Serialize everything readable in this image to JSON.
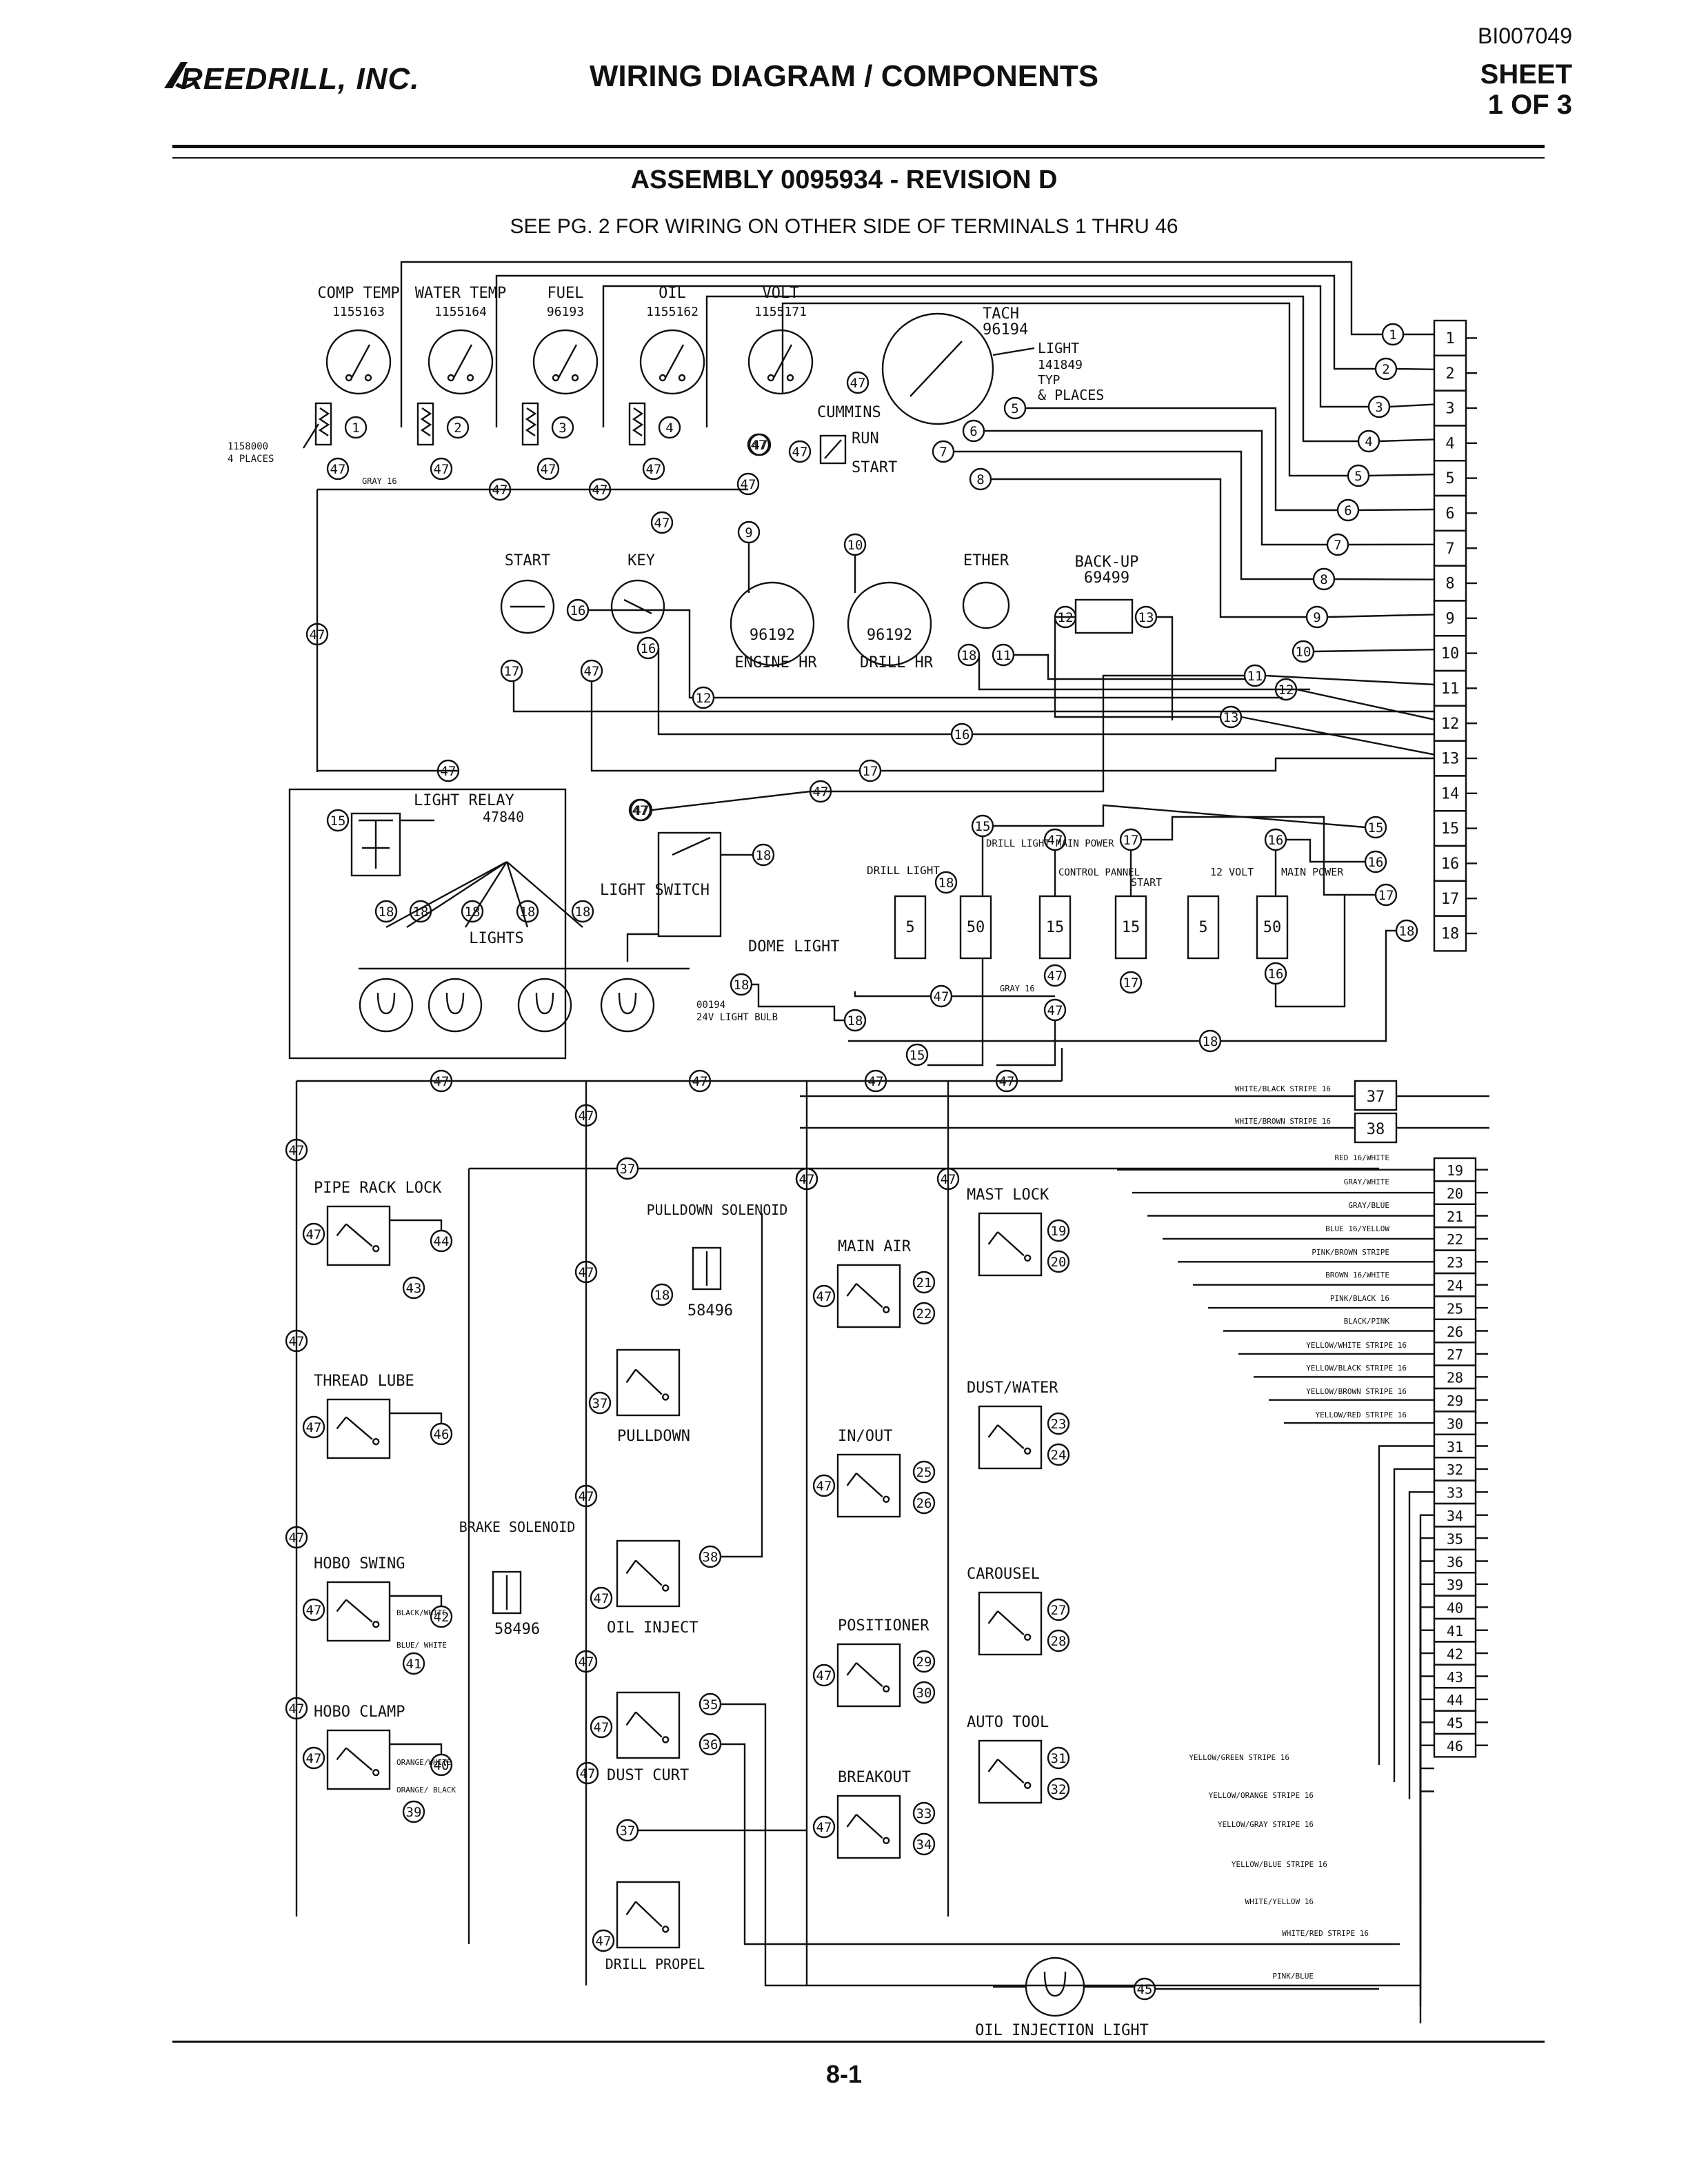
{
  "header": {
    "doc_id": "BI007049",
    "company": "REEDRILL, INC.",
    "title": "WIRING DIAGRAM / COMPONENTS",
    "sheet_line1": "SHEET",
    "sheet_line2": "1 OF 3",
    "assembly": "ASSEMBLY 0095934 - REVISION D",
    "note": "SEE PG. 2 FOR WIRING ON OTHER SIDE OF TERMINALS 1 THRU 46"
  },
  "footer": {
    "page": "8-1"
  },
  "gauges": [
    {
      "name": "COMP TEMP",
      "pn": "1155163"
    },
    {
      "name": "WATER TEMP",
      "pn": "1155164"
    },
    {
      "name": "FUEL",
      "pn": "96193"
    },
    {
      "name": "OIL",
      "pn": "1155162"
    },
    {
      "name": "VOLT",
      "pn": "1155171"
    }
  ],
  "tach": {
    "name": "TACH",
    "pn": "96194",
    "light": "LIGHT",
    "light_pn": "141849",
    "typ": "TYP",
    "places": "& PLACES"
  },
  "labels": {
    "sender_pn": "1158000",
    "sender_places": "4 PLACES",
    "gray16": "GRAY 16",
    "cummins": "CUMMINS",
    "run": "RUN",
    "start": "START",
    "key": "KEY",
    "ether": "ETHER",
    "backup": "BACK-UP",
    "backup_pn": "69499",
    "hourmeter_pn": "96192",
    "engine_hr": "ENGINE HR",
    "drill_hr": "DRILL HR",
    "light_relay": "LIGHT RELAY",
    "light_relay_pn": "47840",
    "light_switch": "LIGHT SWITCH",
    "lights": "LIGHTS",
    "dome_light": "DOME LIGHT",
    "bulb_pn": "00194",
    "bulb_desc": "24V LIGHT BULB",
    "drill_light": "DRILL LIGHT",
    "drill_light_main": "DRILL LIGHT MAIN POWER",
    "control_panel": "CONTROL PANNEL",
    "start_fuse": "START",
    "twelve_volt": "12 VOLT",
    "main_power": "MAIN POWER",
    "pipe_rack_lock": "PIPE RACK LOCK",
    "thread_lube": "THREAD LUBE",
    "hobo_swing": "HOBO SWING",
    "hobo_clamp": "HOBO CLAMP",
    "pulldown_solenoid": "PULLDOWN SOLENOID",
    "solenoid_pn": "58496",
    "pulldown": "PULLDOWN",
    "brake_solenoid": "BRAKE SOLENOID",
    "oil_inject": "OIL INJECT",
    "dust_curt": "DUST CURT",
    "drill_propel": "DRILL PROPEL",
    "mast_lock": "MAST LOCK",
    "main_air": "MAIN AIR",
    "dust_water": "DUST/WATER",
    "in_out": "IN/OUT",
    "carousel": "CAROUSEL",
    "positioner": "POSITIONER",
    "auto_tool": "AUTO TOOL",
    "breakout": "BREAKOUT",
    "oil_injection_light": "OIL INJECTION LIGHT",
    "black_white": "BLACK/WHITE",
    "blue_white": "BLUE/ WHITE",
    "orange_white": "ORANGE/WHITE",
    "orange_black": "ORANGE/ BLACK"
  },
  "fuses": [
    "5",
    "50",
    "15",
    "15",
    "5",
    "50"
  ],
  "terminals_top": [
    "1",
    "2",
    "3",
    "4",
    "5",
    "6",
    "7",
    "8",
    "9",
    "10",
    "11",
    "12",
    "13",
    "14",
    "15",
    "16",
    "17",
    "18"
  ],
  "terminals_bottom": [
    "37",
    "38",
    "19",
    "20",
    "21",
    "22",
    "23",
    "24",
    "25",
    "26",
    "27",
    "28",
    "29",
    "30",
    "31",
    "32",
    "33",
    "34",
    "35",
    "36",
    "39",
    "40",
    "41",
    "42",
    "43",
    "44",
    "45",
    "46"
  ],
  "wire_colors": [
    "WHITE/BLACK STRIPE 16",
    "WHITE/BROWN STRIPE 16",
    "RED 16/WHITE",
    "GRAY/WHITE",
    "GRAY/BLUE",
    "BLUE 16/YELLOW",
    "PINK/BROWN STRIPE",
    "BROWN 16/WHITE",
    "PINK/BLACK 16",
    "BLACK/PINK",
    "YELLOW/WHITE STRIPE 16",
    "YELLOW/BLACK STRIPE 16",
    "YELLOW/BROWN STRIPE 16",
    "YELLOW/RED STRIPE 16",
    "YELLOW/GREEN STRIPE 16",
    "YELLOW/ORANGE STRIPE 16",
    "YELLOW/GRAY STRIPE 16",
    "YELLOW/BLUE STRIPE 16",
    "WHITE/YELLOW 16",
    "WHITE/RED STRIPE 16",
    "PINK/BLUE"
  ]
}
